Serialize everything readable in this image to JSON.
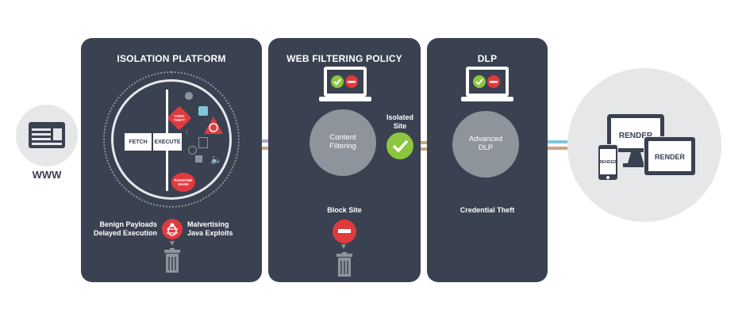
{
  "www": {
    "label": "WWW"
  },
  "isolation": {
    "title": "ISOLATION PLATFORM",
    "fetch": "FETCH",
    "execute": "EXECUTE",
    "badge_cred": "CRED THEFT",
    "badge_ransom": "RANSOME WARE",
    "payloads_line1": "Benign Payloads",
    "payloads_line2": "Delayed Execution",
    "malvertising_line1": "Malvertising",
    "malvertising_line2": "Java Exploits"
  },
  "web_filtering": {
    "title": "WEB FILTERING POLICY",
    "content_line1": "Content",
    "content_line2": "Filtering",
    "isolated_line1": "Isolated",
    "isolated_line2": "Site",
    "block_site": "Block Site"
  },
  "dlp": {
    "title": "DLP",
    "adv_line1": "Advanced",
    "adv_line2": "DLP",
    "credential_theft": "Credential Theft"
  },
  "render": {
    "monitor": "RENDER",
    "tablet": "RENDER",
    "phone": "RENDER"
  },
  "colors": {
    "panel": "#3a4150",
    "grey_circle": "#8e949c",
    "light_circle": "#e6e7e9",
    "green": "#8cc63f",
    "red": "#e03a3e",
    "blue_line": "#7fc6d8",
    "tan_line": "#c9a57d",
    "lavender_line": "#a9a4c5"
  }
}
